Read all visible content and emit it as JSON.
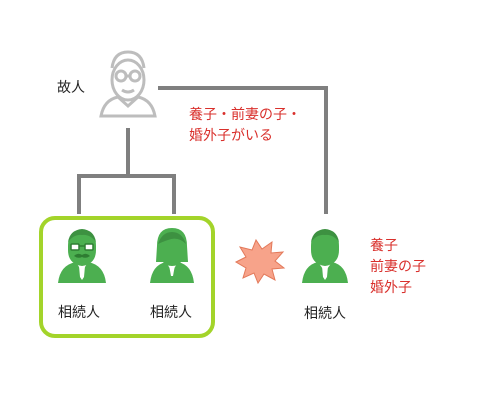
{
  "deceased": {
    "label": "故人"
  },
  "group_left": {
    "heirs": [
      {
        "label": "相続人"
      },
      {
        "label": "相続人"
      }
    ]
  },
  "right_heir": {
    "label": "相続人"
  },
  "top_note": {
    "lines": [
      "養子・前妻の子・",
      "婚外子がいる"
    ]
  },
  "right_note": {
    "lines": [
      "養子",
      "前妻の子",
      "婚外子"
    ]
  },
  "colors": {
    "line": "#7f7f7f",
    "deceased_icon": "#bdbdbd",
    "heir_icon": "#4caf50",
    "group_border": "#a3d42a",
    "conflict_fill": "#f7a38a",
    "conflict_stroke": "#e3795a",
    "note_text": "#d9302c"
  }
}
